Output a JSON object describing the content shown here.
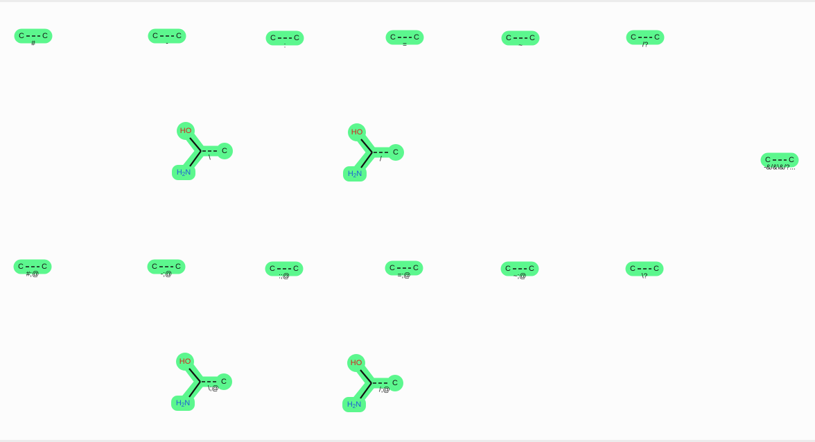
{
  "colors": {
    "highlight": "#5cf78e",
    "bond": "#111111",
    "oxygen": "#d81e1e",
    "nitrogen": "#1f5fd4",
    "background": "#fcfcfc"
  },
  "atoms": {
    "carbon": "C",
    "hydroxyl": "HO",
    "amine_h": "H",
    "amine_sub": "2",
    "amine_n": "N"
  },
  "molecules": [
    {
      "kind": "pair",
      "label": "#"
    },
    {
      "kind": "pair",
      "label": "-"
    },
    {
      "kind": "pair",
      "label": ":"
    },
    {
      "kind": "pair",
      "label": "="
    },
    {
      "kind": "pair",
      "label": "~"
    },
    {
      "kind": "pair",
      "label": "/?"
    },
    {
      "kind": "chain",
      "label": "\\"
    },
    {
      "kind": "chain",
      "label": "/"
    },
    {
      "kind": "pair",
      "label": "-&/&\\&/?..."
    },
    {
      "kind": "pair",
      "label": "#;@"
    },
    {
      "kind": "pair",
      "label": "-;@"
    },
    {
      "kind": "pair",
      "label": ":;@"
    },
    {
      "kind": "pair",
      "label": "=;@"
    },
    {
      "kind": "pair",
      "label": "~;@"
    },
    {
      "kind": "pair",
      "label": "\\?"
    },
    {
      "kind": "chain",
      "label": "\\;@"
    },
    {
      "kind": "chain",
      "label": "/;@"
    }
  ]
}
